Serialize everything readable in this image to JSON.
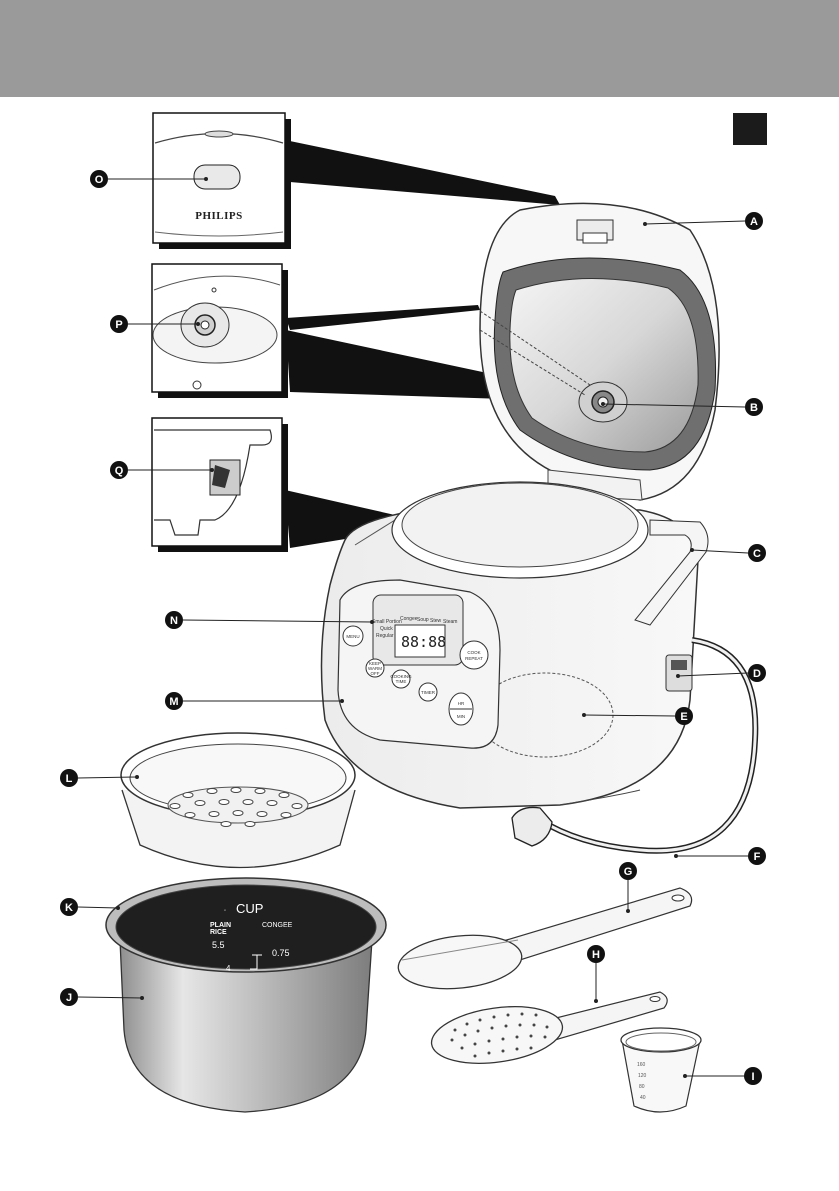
{
  "header": {
    "color": "#9a9a9a"
  },
  "page_marker": {
    "color": "#1b1b1b"
  },
  "brand": "PHILIPS",
  "inner_pot": {
    "title": "CUP",
    "plain_rice_label": "PLAIN\nRICE",
    "plain_rice_line1": "PLAIN",
    "plain_rice_line2": "RICE",
    "congee_label": "CONGEE",
    "plain_rice_value": "5.5",
    "congee_value": "0.75",
    "small_value": "4"
  },
  "control_panel": {
    "display": "88:88",
    "menu_labels": [
      "Congee",
      "Soup",
      "Stew",
      "Steam"
    ],
    "side_labels": [
      "Small Portion",
      "Quick",
      "Regular"
    ],
    "buttons": {
      "menu": "MENU",
      "cook_repeat_1": "COOK",
      "cook_repeat_2": "REPEAT",
      "keep_warm_1": "KEEP",
      "keep_warm_2": "WARM",
      "keep_warm_3": "OFF",
      "cooking_time_1": "COOKING",
      "cooking_time_2": "TIME",
      "timer": "TIMER",
      "hr": "HR",
      "min": "MIN"
    }
  },
  "measuring_cup": {
    "marks": [
      "160",
      "120",
      "80",
      "40"
    ]
  },
  "callouts": {
    "A": "A",
    "B": "B",
    "C": "C",
    "D": "D",
    "E": "E",
    "F": "F",
    "G": "G",
    "H": "H",
    "I": "I",
    "J": "J",
    "K": "K",
    "L": "L",
    "M": "M",
    "N": "N",
    "O": "O",
    "P": "P",
    "Q": "Q"
  }
}
